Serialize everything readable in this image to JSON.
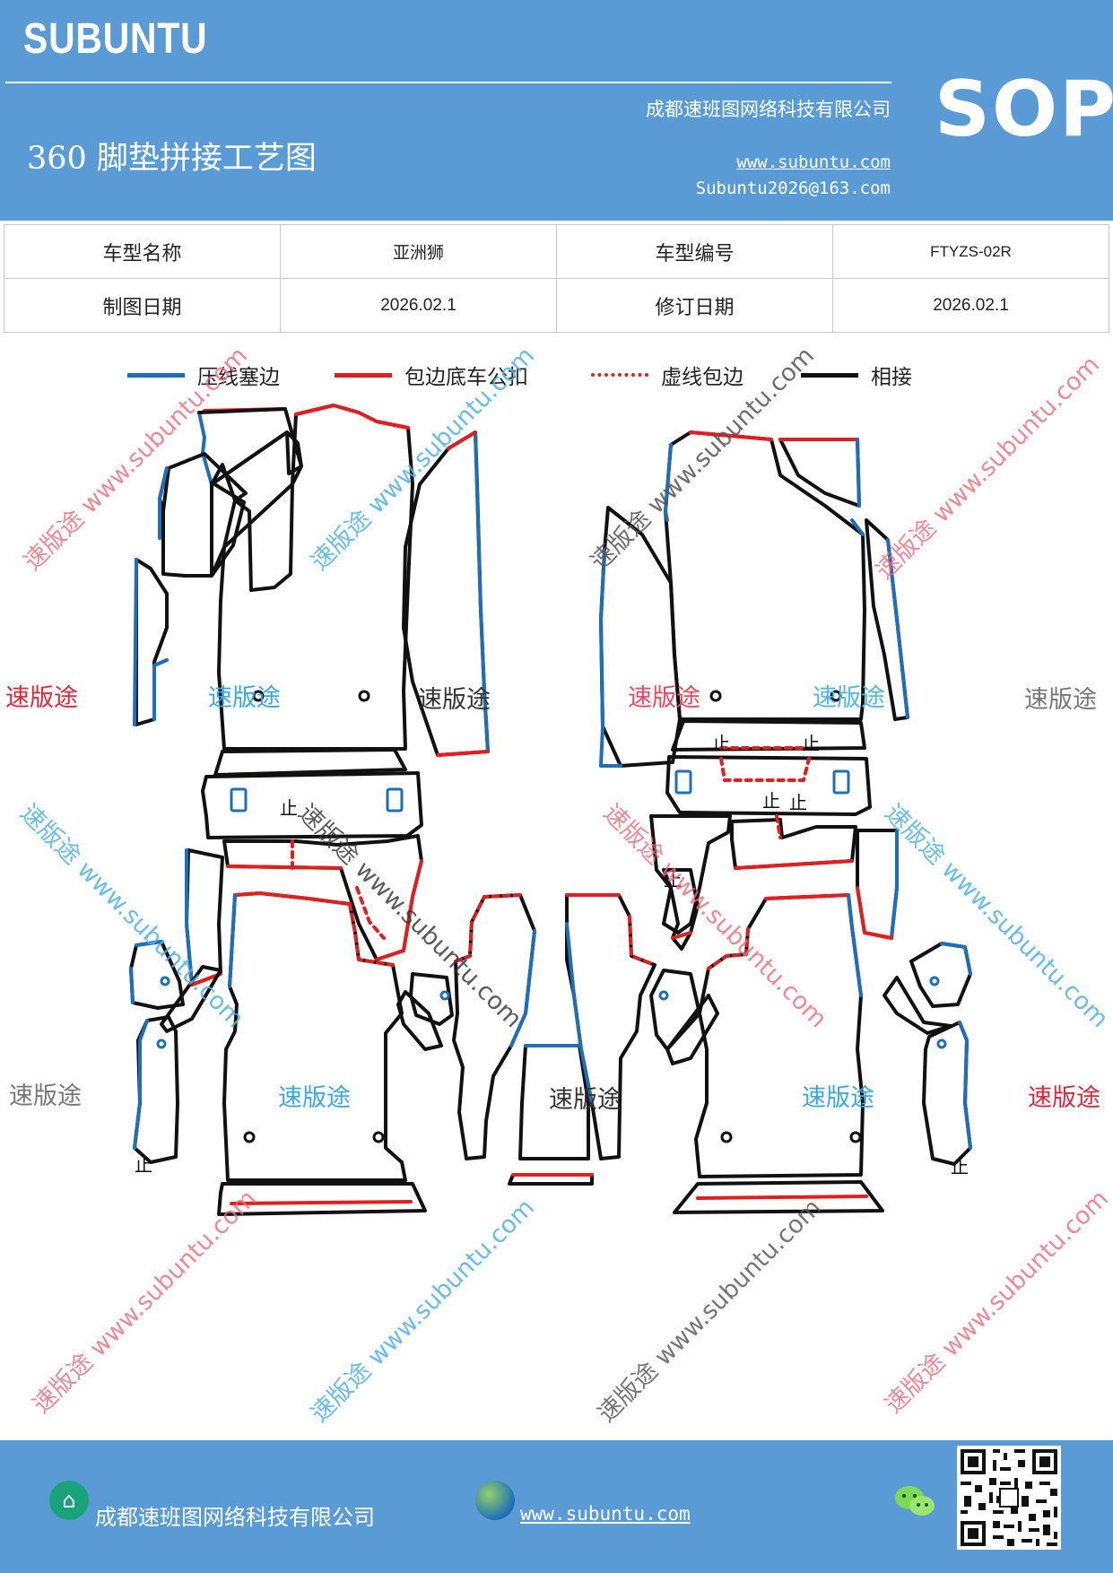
{
  "header": {
    "brand": "SUBUNTU",
    "company": "成都速班图网络科技有限公司",
    "title": "360 脚垫拼接工艺图",
    "website": "www.subuntu.com",
    "email": "Subuntu2026@163.com",
    "badge": "SOP"
  },
  "info": {
    "model_name_label": "车型名称",
    "model_name": "亚洲狮",
    "model_code_label": "车型编号",
    "model_code": "FTYZS-02R",
    "draw_date_label": "制图日期",
    "draw_date": "2026.02.1",
    "revise_date_label": "修订日期",
    "revise_date": "2026.02.1"
  },
  "legend": [
    {
      "label": "压线塞边",
      "color": "#1f6fb8",
      "style": "solid"
    },
    {
      "label": "包边底车公扣",
      "color": "#e02020",
      "style": "solid"
    },
    {
      "label": "虚线包边",
      "color": "#e02020",
      "style": "dashed"
    },
    {
      "label": "相接",
      "color": "#111111",
      "style": "solid"
    }
  ],
  "watermarks": {
    "brand": "速版途",
    "url": "速版途 www.subuntu.com"
  },
  "footer": {
    "company": "成都速班图网络科技有限公司",
    "website": "www.subuntu.com",
    "icons": [
      "home-icon",
      "globe-icon",
      "wechat-icon",
      "qr-code"
    ]
  },
  "colors": {
    "header_bg": "#5b9bd5",
    "blue_line": "#1f6fb8",
    "red_line": "#e02020",
    "black_line": "#111111"
  }
}
